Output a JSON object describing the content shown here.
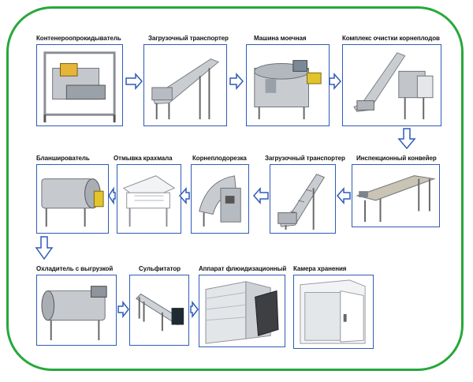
{
  "colors": {
    "frame": "#27a83a",
    "box_border": "#2f5bb7",
    "arrow": "#2f5bb7"
  },
  "steps": [
    {
      "label": "Контенероопрокидыватель",
      "icon": "container-tipper-machine"
    },
    {
      "label": "Загрузочный транспортер",
      "icon": "loading-conveyor"
    },
    {
      "label": "Машина моечная",
      "icon": "washing-machine"
    },
    {
      "label": "Комплекс очистки корнеплодов",
      "icon": "root-peeling-complex"
    },
    {
      "label": "Инспекционный конвейер",
      "icon": "inspection-conveyor"
    },
    {
      "label": "Загрузочный транспортер",
      "icon": "incline-loading-conveyor"
    },
    {
      "label": "Корнеплодорезка",
      "icon": "root-cutter"
    },
    {
      "label": "Отмывка крахмала",
      "icon": "starch-washer"
    },
    {
      "label": "Бланширователь",
      "icon": "blancher-drum"
    },
    {
      "label": "Охладитель с выгрузкой",
      "icon": "cooler-drum"
    },
    {
      "label": "Сульфитатор",
      "icon": "sulfitator-screw"
    },
    {
      "label": "Аппарат флюидизационный",
      "icon": "fluidized-bed-freezer"
    },
    {
      "label": "Камера хранения",
      "icon": "cold-storage-room"
    }
  ]
}
